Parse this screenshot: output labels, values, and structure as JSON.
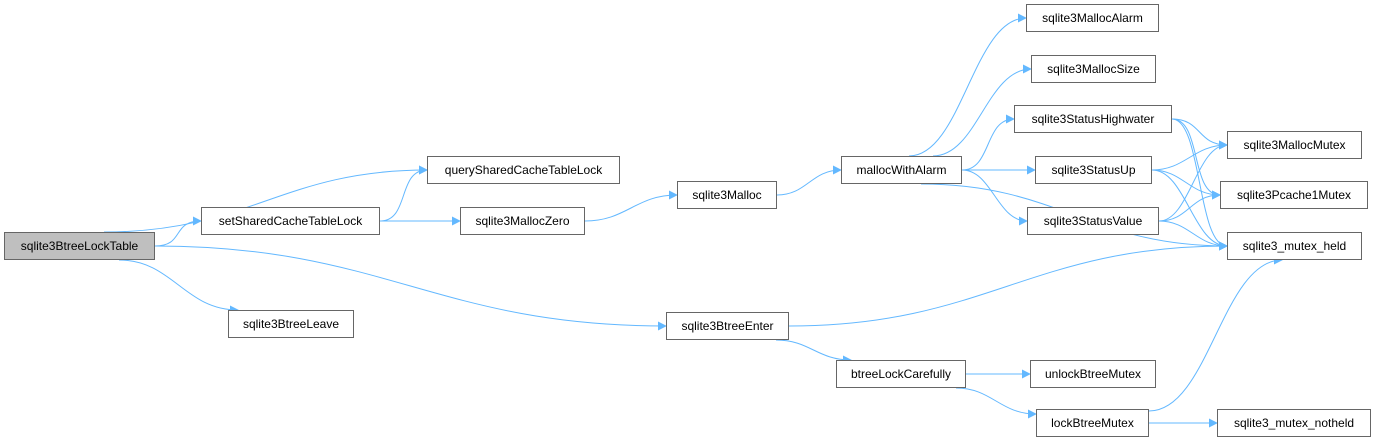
{
  "colors": {
    "edge": "#63b8ff",
    "node_border": "#666666",
    "root_fill": "#bfbfbf"
  },
  "nodes": [
    {
      "id": "sqlite3BtreeLockTable",
      "label": "sqlite3BtreeLockTable",
      "root": true
    },
    {
      "id": "querySharedCacheTableLock",
      "label": "querySharedCacheTableLock"
    },
    {
      "id": "setSharedCacheTableLock",
      "label": "setSharedCacheTableLock"
    },
    {
      "id": "sqlite3BtreeLeave",
      "label": "sqlite3BtreeLeave"
    },
    {
      "id": "sqlite3MallocZero",
      "label": "sqlite3MallocZero"
    },
    {
      "id": "sqlite3BtreeEnter",
      "label": "sqlite3BtreeEnter"
    },
    {
      "id": "sqlite3Malloc",
      "label": "sqlite3Malloc"
    },
    {
      "id": "mallocWithAlarm",
      "label": "mallocWithAlarm"
    },
    {
      "id": "btreeLockCarefully",
      "label": "btreeLockCarefully"
    },
    {
      "id": "sqlite3MallocAlarm",
      "label": "sqlite3MallocAlarm"
    },
    {
      "id": "sqlite3MallocSize",
      "label": "sqlite3MallocSize"
    },
    {
      "id": "sqlite3StatusHighwater",
      "label": "sqlite3StatusHighwater"
    },
    {
      "id": "sqlite3StatusUp",
      "label": "sqlite3StatusUp"
    },
    {
      "id": "sqlite3StatusValue",
      "label": "sqlite3StatusValue"
    },
    {
      "id": "unlockBtreeMutex",
      "label": "unlockBtreeMutex"
    },
    {
      "id": "lockBtreeMutex",
      "label": "lockBtreeMutex"
    },
    {
      "id": "sqlite3MallocMutex",
      "label": "sqlite3MallocMutex"
    },
    {
      "id": "sqlite3Pcache1Mutex",
      "label": "sqlite3Pcache1Mutex"
    },
    {
      "id": "sqlite3_mutex_held",
      "label": "sqlite3_mutex_held"
    },
    {
      "id": "sqlite3_mutex_notheld",
      "label": "sqlite3_mutex_notheld"
    }
  ],
  "edges": [
    [
      "sqlite3BtreeLockTable",
      "querySharedCacheTableLock"
    ],
    [
      "sqlite3BtreeLockTable",
      "setSharedCacheTableLock"
    ],
    [
      "sqlite3BtreeLockTable",
      "sqlite3BtreeLeave"
    ],
    [
      "sqlite3BtreeLockTable",
      "sqlite3BtreeEnter"
    ],
    [
      "setSharedCacheTableLock",
      "querySharedCacheTableLock"
    ],
    [
      "setSharedCacheTableLock",
      "sqlite3MallocZero"
    ],
    [
      "sqlite3MallocZero",
      "sqlite3Malloc"
    ],
    [
      "sqlite3Malloc",
      "mallocWithAlarm"
    ],
    [
      "mallocWithAlarm",
      "sqlite3MallocAlarm"
    ],
    [
      "mallocWithAlarm",
      "sqlite3MallocSize"
    ],
    [
      "mallocWithAlarm",
      "sqlite3StatusHighwater"
    ],
    [
      "mallocWithAlarm",
      "sqlite3StatusUp"
    ],
    [
      "mallocWithAlarm",
      "sqlite3StatusValue"
    ],
    [
      "mallocWithAlarm",
      "sqlite3_mutex_held"
    ],
    [
      "sqlite3StatusHighwater",
      "sqlite3MallocMutex"
    ],
    [
      "sqlite3StatusHighwater",
      "sqlite3Pcache1Mutex"
    ],
    [
      "sqlite3StatusHighwater",
      "sqlite3_mutex_held"
    ],
    [
      "sqlite3StatusUp",
      "sqlite3MallocMutex"
    ],
    [
      "sqlite3StatusUp",
      "sqlite3Pcache1Mutex"
    ],
    [
      "sqlite3StatusUp",
      "sqlite3_mutex_held"
    ],
    [
      "sqlite3StatusValue",
      "sqlite3MallocMutex"
    ],
    [
      "sqlite3StatusValue",
      "sqlite3Pcache1Mutex"
    ],
    [
      "sqlite3StatusValue",
      "sqlite3_mutex_held"
    ],
    [
      "sqlite3BtreeEnter",
      "sqlite3_mutex_held"
    ],
    [
      "sqlite3BtreeEnter",
      "btreeLockCarefully"
    ],
    [
      "btreeLockCarefully",
      "unlockBtreeMutex"
    ],
    [
      "btreeLockCarefully",
      "lockBtreeMutex"
    ],
    [
      "lockBtreeMutex",
      "sqlite3_mutex_held"
    ],
    [
      "lockBtreeMutex",
      "sqlite3_mutex_notheld"
    ]
  ]
}
